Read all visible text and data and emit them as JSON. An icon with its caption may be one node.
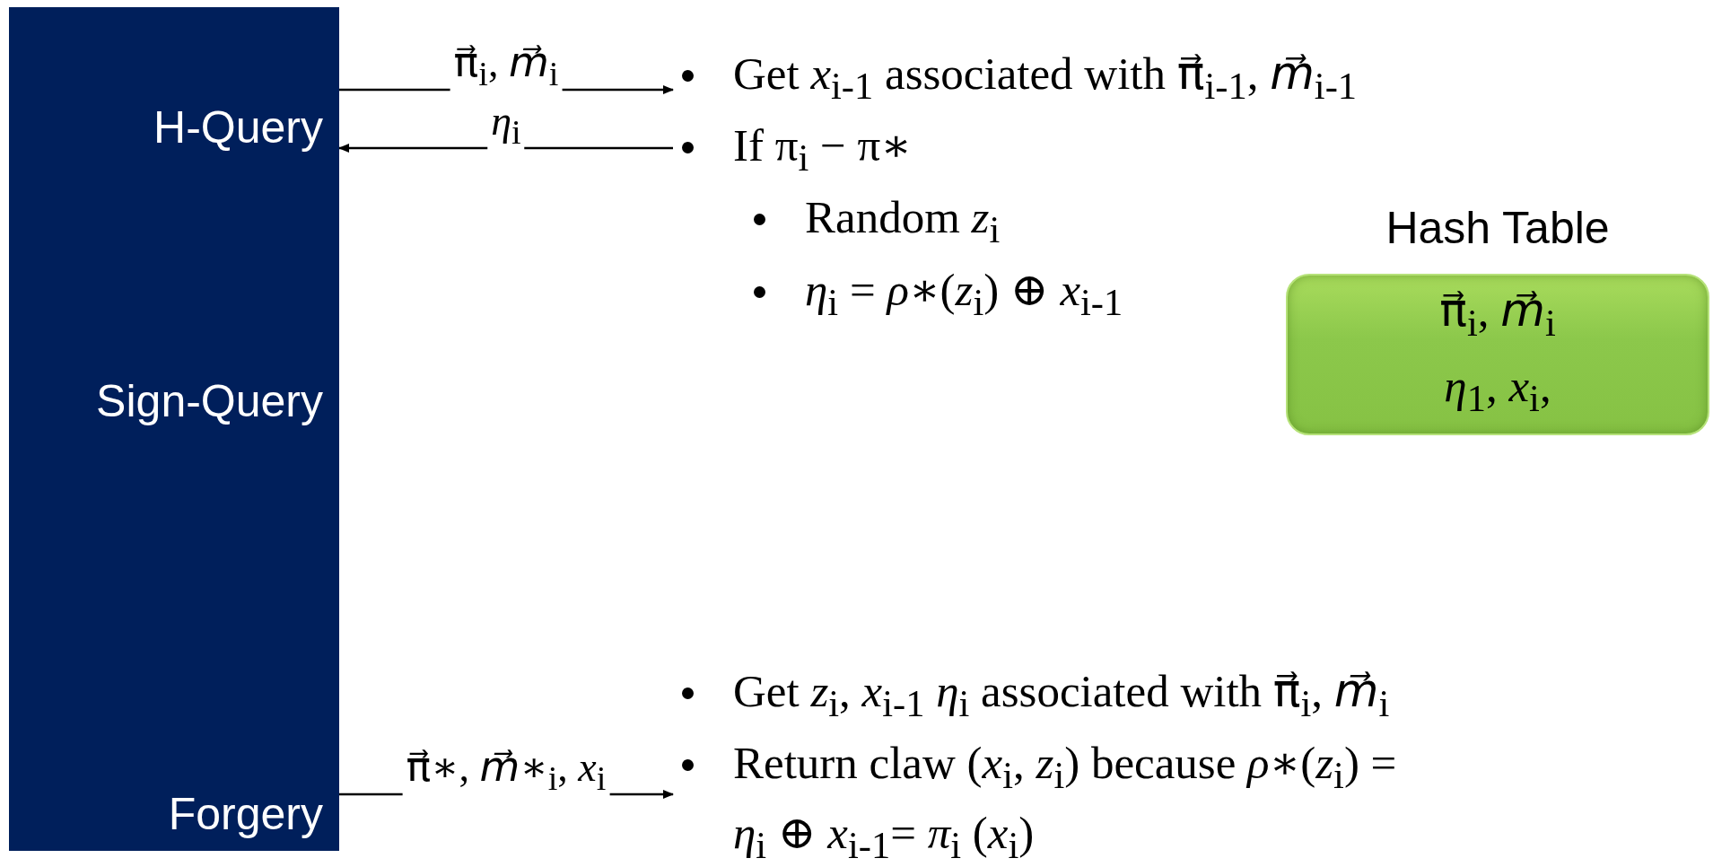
{
  "diagram": {
    "nodes": [
      {
        "text": [
          "H-Query",
          "Sign-Query",
          "Forgery"
        ]
      },
      {
        "text": [
          "Get *x*$_{i-1}$ associated with π⃗$_{i-1}$, *m⃗*$_{i-1}$",
          "If π$_{i}$ − π∗",
          "Random *z*$_{i}$",
          "*η*$_{i}$ = *ρ*∗(*z*$_{i}$) ⊕ *x*$_{i-1}$"
        ]
      },
      {
        "text": [
          "Get *z*$_{i}$, *x*$_{i-1}$ *η*$_{i}$ associated with π⃗$_{i}$, *m⃗*$_{i}$",
          "Return claw (*x*$_{i}$, *z*$_{i}$) because *ρ*∗(*z*$_{i}$) = *η*$_{i}$ ⊕ *x*$_{i-1}$= *π*$_{i}$ (*x*$_{i}$)"
        ]
      },
      {
        "text": [
          "Hash Table",
          "π⃗$_{i}$, *m⃗*$_{i}$",
          "*η*$_{1}$, *x*$_{i}$,"
        ]
      }
    ],
    "edges": [
      {
        "from": 0,
        "to": 1,
        "arrow": "to",
        "label": "π⃗$_{i}$, *m⃗*$_{i}$"
      },
      {
        "from": 1,
        "to": 0,
        "arrow": "to",
        "label": "*η*$_{i}$"
      },
      {
        "from": 0,
        "to": 2,
        "arrow": "to",
        "label": "π⃗∗, *m⃗*∗$_{i}$, *x*$_{i}$"
      }
    ]
  }
}
